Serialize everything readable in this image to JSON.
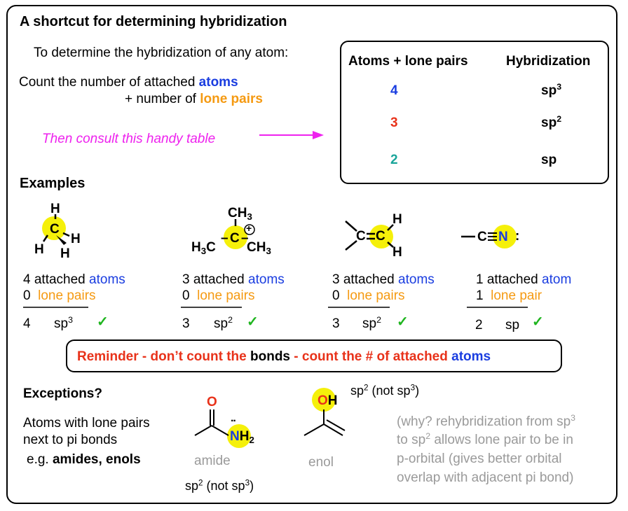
{
  "title": "A shortcut for determining hybridization",
  "intro": {
    "line1": "To determine the hybridization of any atom:",
    "count_prefix": "Count the number of attached ",
    "count_atoms": "atoms",
    "plus_prefix": "+ number of ",
    "plus_lone": "lone pairs",
    "consult": "Then consult this handy table"
  },
  "table": {
    "col1": "Atoms + lone pairs",
    "col2": "Hybridization",
    "rows": [
      {
        "count": "4",
        "hyb": "sp",
        "sup": "3"
      },
      {
        "count": "3",
        "hyb": "sp",
        "sup": "2"
      },
      {
        "count": "2",
        "hyb": "sp",
        "sup": ""
      }
    ]
  },
  "examples": {
    "heading": "Examples",
    "items": [
      {
        "atoms_n": "4",
        "atoms_word": " attached ",
        "atoms_lbl": "atoms",
        "lp_n": "0",
        "lp_lbl": "lone pairs",
        "total": "4",
        "hyb": "sp",
        "sup": "3",
        "check": "✓"
      },
      {
        "atoms_n": "3",
        "atoms_word": " attached ",
        "atoms_lbl": "atoms",
        "lp_n": "0",
        "lp_lbl": "lone pairs",
        "total": "3",
        "hyb": "sp",
        "sup": "2",
        "check": "✓"
      },
      {
        "atoms_n": "3",
        "atoms_word": " attached ",
        "atoms_lbl": "atoms",
        "lp_n": "0",
        "lp_lbl": "lone pairs",
        "total": "3",
        "hyb": "sp",
        "sup": "2",
        "check": "✓"
      },
      {
        "atoms_n": "1",
        "atoms_word": " attached ",
        "atoms_lbl": "atom",
        "lp_n": "1",
        "lp_lbl": "lone pair",
        "total": "2",
        "hyb": "sp",
        "sup": "",
        "check": "✓"
      }
    ]
  },
  "molecules": {
    "methane": {
      "c": "C",
      "h": "H"
    },
    "cation": {
      "ch3": "CH",
      "three": "3",
      "h3c": "H",
      "c3": "3",
      "c": "C",
      "ch3r": "CH",
      "r3": "3",
      "plus": "+"
    },
    "alkene": {
      "c1": "C",
      "c2": "C",
      "h": "H"
    },
    "nitrile": {
      "c": "C",
      "n": "N",
      "lp": ":"
    }
  },
  "reminder": {
    "p1": "Reminder - don’t count the ",
    "p2": "bonds",
    "p3": " - count the # of attached ",
    "p4": "atoms"
  },
  "exceptions": {
    "heading": "Exceptions?",
    "line1": "Atoms with lone pairs",
    "line2": "next to pi bonds",
    "eg": "e.g. ",
    "eg_bold": "amides, enols",
    "amide_label": "amide",
    "enol_label": "enol",
    "amide_hyb": "sp",
    "amide_sup": "2",
    "amide_not": " (not sp",
    "amide_not_sup": "3",
    "amide_close": ")",
    "enol_hyb": "sp",
    "enol_sup": "2",
    "enol_not": " (not sp",
    "enol_not_sup": "3",
    "enol_close": ")",
    "amide_o": "O",
    "amide_n": "N",
    "amide_h": "H",
    "amide_h2": "2",
    "amide_lp": "··",
    "enol_o": "O",
    "enol_h": "H",
    "why1a": "(why? rehybridization from sp",
    "why1sup": "3",
    "why2a": "to sp",
    "why2sup": "2",
    "why2b": " allows lone pair to be in",
    "why3": "p-orbital (gives better orbital",
    "why4": "overlap with adjacent pi bond)"
  },
  "colors": {
    "atoms": "#1a3de0",
    "lone_pairs": "#f59a12",
    "four": "#1a3de0",
    "three": "#e8321a",
    "two": "#1aa59a",
    "consult": "#ee22ee",
    "highlight": "#f5f00a",
    "check": "#1fb51f"
  }
}
